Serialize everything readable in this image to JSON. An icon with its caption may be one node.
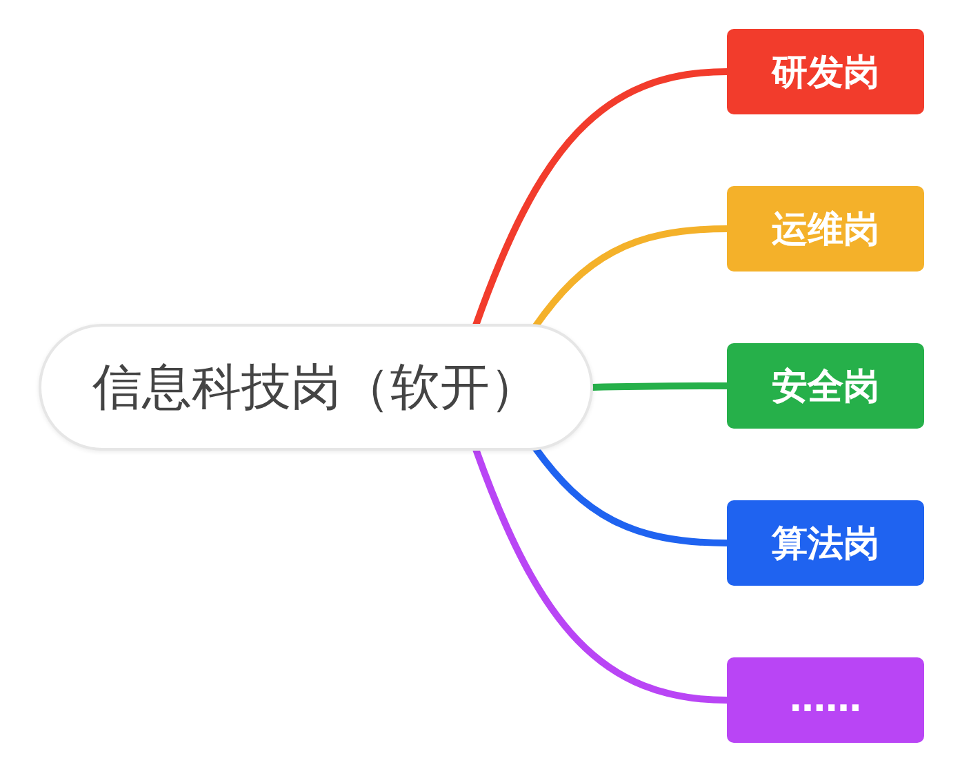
{
  "diagram": {
    "nodes": [
      {
        "text": [
          "信息科技岗（软开）"
        ]
      },
      {
        "text": [
          "研发岗"
        ]
      },
      {
        "text": [
          "运维岗"
        ]
      },
      {
        "text": [
          "安全岗"
        ]
      },
      {
        "text": [
          "算法岗"
        ]
      },
      {
        "text": [
          "……"
        ]
      }
    ],
    "edges": [
      {
        "from": 0,
        "to": 1,
        "arrow": "none",
        "color": "#f23c2c"
      },
      {
        "from": 0,
        "to": 2,
        "arrow": "none",
        "color": "#f4b12a"
      },
      {
        "from": 0,
        "to": 3,
        "arrow": "none",
        "color": "#26b04a"
      },
      {
        "from": 0,
        "to": 4,
        "arrow": "none",
        "color": "#1f63f0"
      },
      {
        "from": 0,
        "to": 5,
        "arrow": "none",
        "color": "#b945f5"
      }
    ]
  }
}
